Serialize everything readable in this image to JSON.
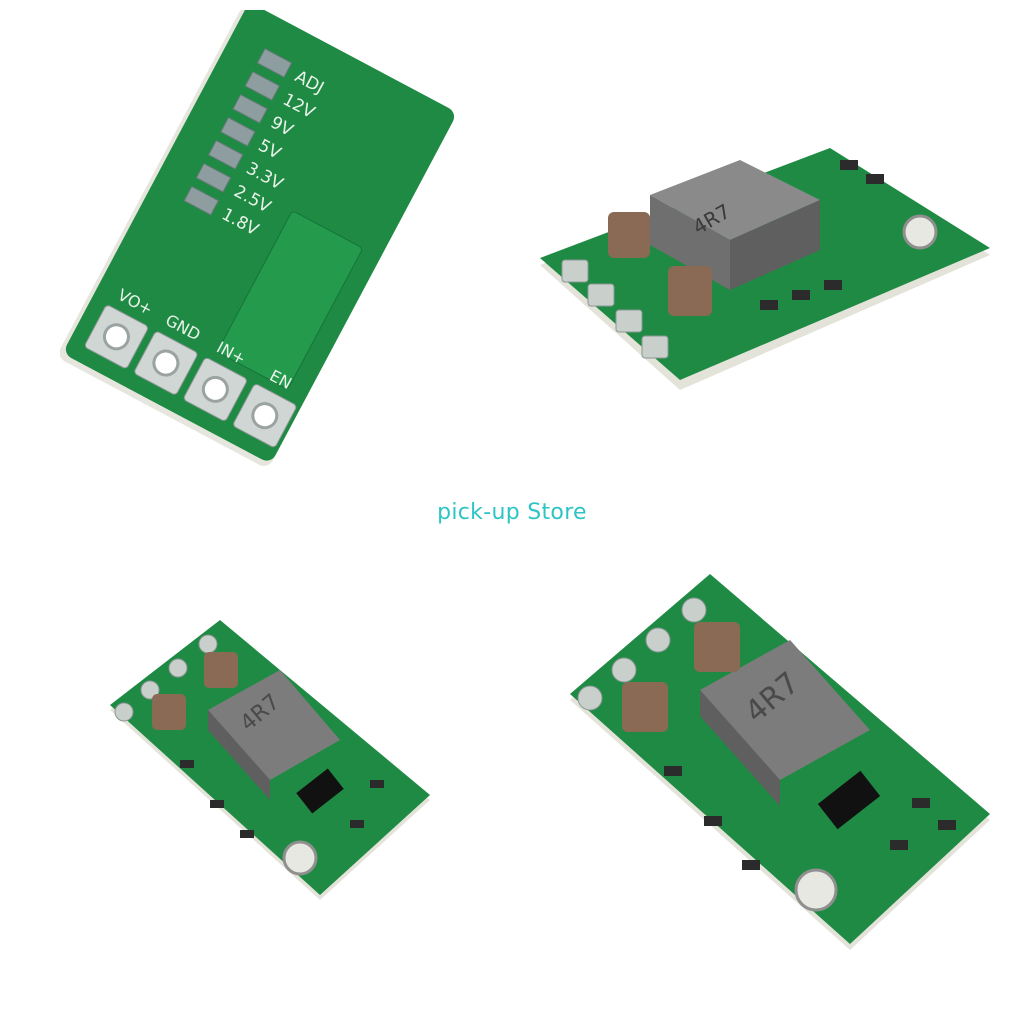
{
  "watermark": {
    "text": "pick-up Store",
    "color": "#2ec4c4"
  },
  "board_top_view": {
    "silkscreen": [
      "ADJ",
      "12V",
      "9V",
      "5V",
      "3.3V",
      "2.5V",
      "1.8V"
    ],
    "pins": [
      "VO+",
      "GND",
      "IN+",
      "EN"
    ]
  },
  "inductor_marking": "4R7",
  "colors": {
    "pcb_green": "#1f8a43",
    "pcb_dark": "#146b32",
    "inductor_gray": "#6f6f6f",
    "capacitor_brown": "#8a6a55",
    "pad_silver": "#d9d9d9"
  }
}
